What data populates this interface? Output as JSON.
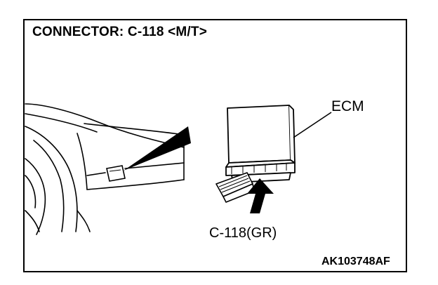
{
  "title": "CONNECTOR: C-118 <M/T>",
  "labels": {
    "ecm": "ECM",
    "connector": "C-118(GR)"
  },
  "figure_code": "AK103748AF"
}
